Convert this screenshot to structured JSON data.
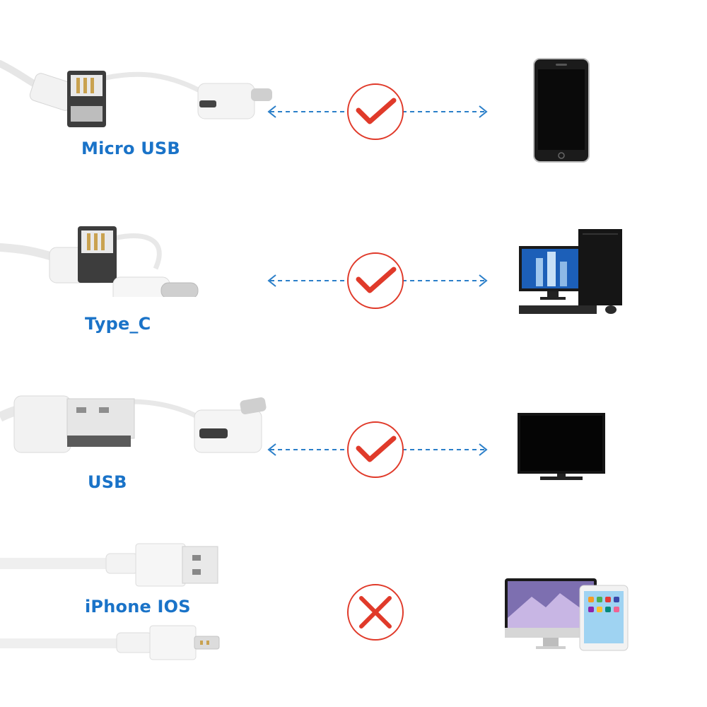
{
  "colors": {
    "label": "#1a73c8",
    "arrow": "#2b7fc9",
    "mark": "#e03a2a"
  },
  "rows": [
    {
      "label": "Micro USB",
      "compatible": true,
      "device_icon": "smartphone-icon",
      "cable_icon": "micro-usb-otg-cable-icon"
    },
    {
      "label": "Type_C",
      "compatible": true,
      "device_icon": "desktop-computer-icon",
      "cable_icon": "type-c-adapter-cable-icon"
    },
    {
      "label": "USB",
      "compatible": true,
      "device_icon": "tv-monitor-icon",
      "cable_icon": "usb-a-adapter-cable-icon"
    },
    {
      "label": "iPhone IOS",
      "compatible": false,
      "device_icon": "imac-ipad-icon",
      "cable_icon": "lightning-cable-icon"
    }
  ]
}
